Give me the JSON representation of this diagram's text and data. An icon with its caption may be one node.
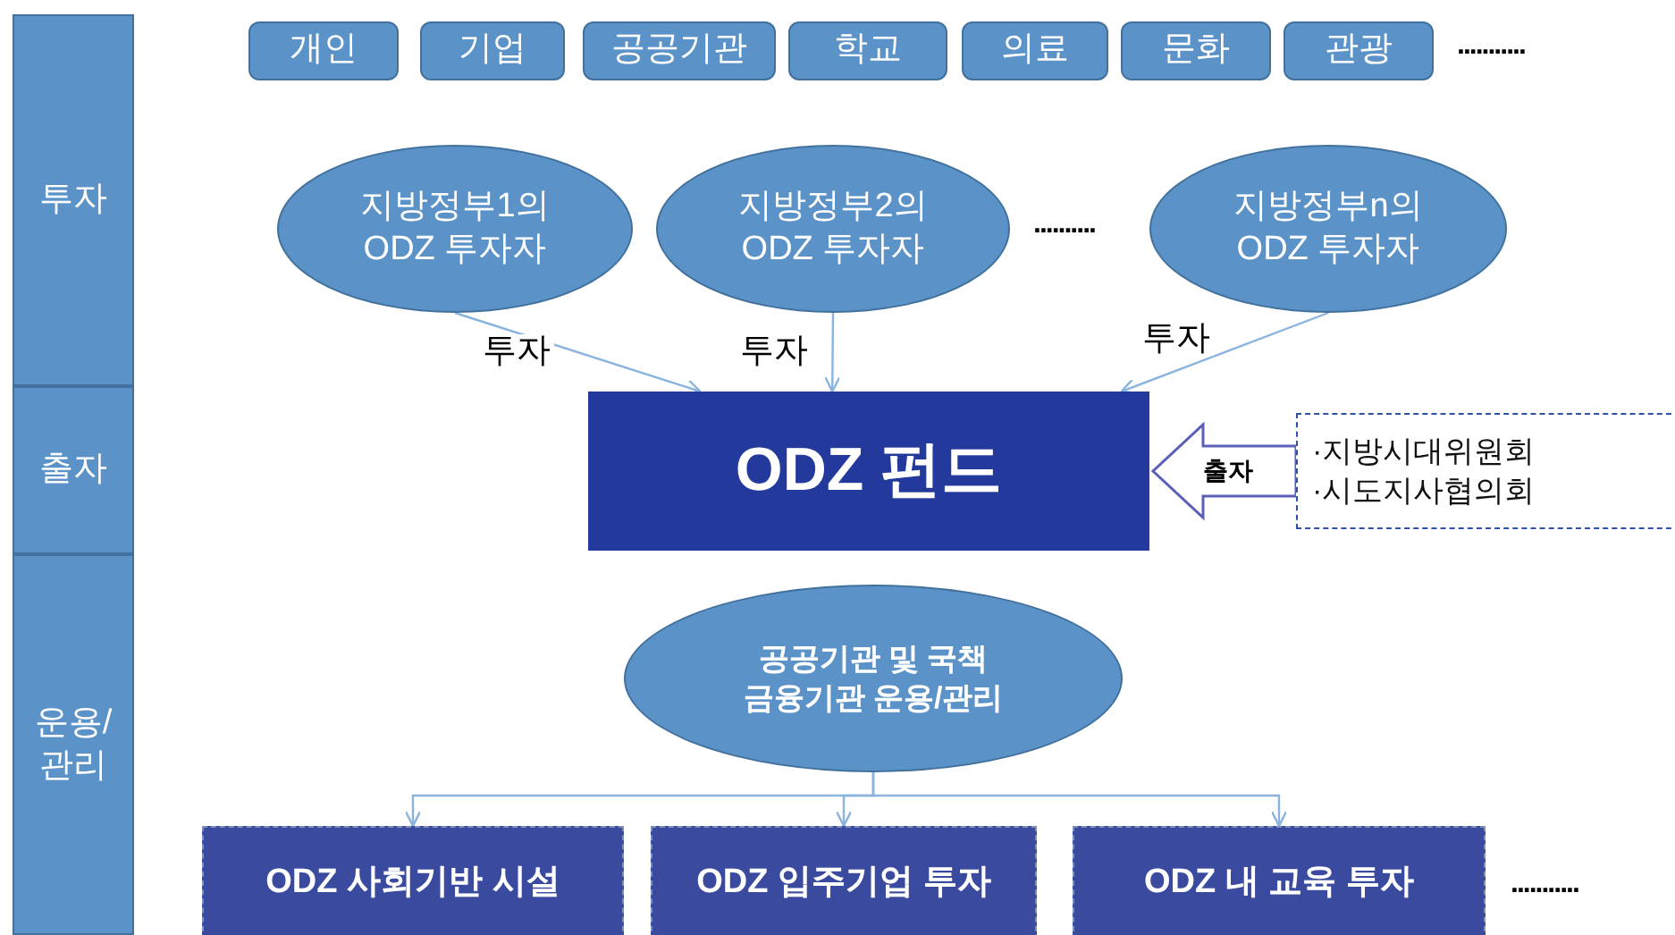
{
  "diagram": {
    "nodes": [
      {
        "text": [
          "투자"
        ]
      },
      {
        "text": [
          "출자"
        ]
      },
      {
        "text": [
          "운용/ 관리"
        ]
      },
      {
        "text": [
          "개인"
        ]
      },
      {
        "text": [
          "기업"
        ]
      },
      {
        "text": [
          "공공기관"
        ]
      },
      {
        "text": [
          "학교"
        ]
      },
      {
        "text": [
          "의료"
        ]
      },
      {
        "text": [
          "문화"
        ]
      },
      {
        "text": [
          "관광"
        ]
      },
      {
        "text": [
          "지방정부1의 ODZ 투자자"
        ]
      },
      {
        "text": [
          "지방정부2의 ODZ 투자자"
        ]
      },
      {
        "text": [
          "지방정부n의 ODZ 투자자"
        ]
      },
      {
        "text": [
          "ODZ 펀드"
        ]
      },
      {
        "text": [
          "·지방시대위원회",
          "·시도지사협의회"
        ]
      },
      {
        "text": [
          "공공기관 및 국책 금융기관 운용/관리"
        ]
      },
      {
        "text": [
          "ODZ 사회기반 시설"
        ]
      },
      {
        "text": [
          "ODZ 입주기업 투자"
        ]
      },
      {
        "text": [
          "ODZ 내 교육 투자"
        ]
      }
    ],
    "edges": [
      {
        "from": 10,
        "to": 13,
        "arrow": "to",
        "label": "투자"
      },
      {
        "from": 11,
        "to": 13,
        "arrow": "to",
        "label": "투자"
      },
      {
        "from": 12,
        "to": 13,
        "arrow": "to",
        "label": "투자"
      },
      {
        "from": 14,
        "to": 13,
        "arrow": "to",
        "label": "출자",
        "style": "thick",
        "color": "#5b5fb8"
      },
      {
        "from": 15,
        "to": 16,
        "arrow": "to"
      },
      {
        "from": 15,
        "to": 17,
        "arrow": "to"
      },
      {
        "from": 15,
        "to": 18,
        "arrow": "to"
      }
    ],
    "labels": [
      "...........",
      "..........",
      "..........."
    ]
  }
}
